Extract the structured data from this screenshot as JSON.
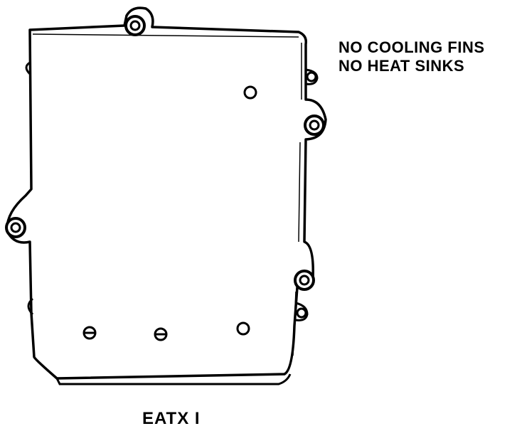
{
  "diagram": {
    "notes": {
      "line1": "NO COOLING FINS",
      "line2": "NO HEAT SINKS"
    },
    "caption": "EATX I",
    "colors": {
      "ink": "#000000",
      "paper": "#ffffff"
    }
  }
}
